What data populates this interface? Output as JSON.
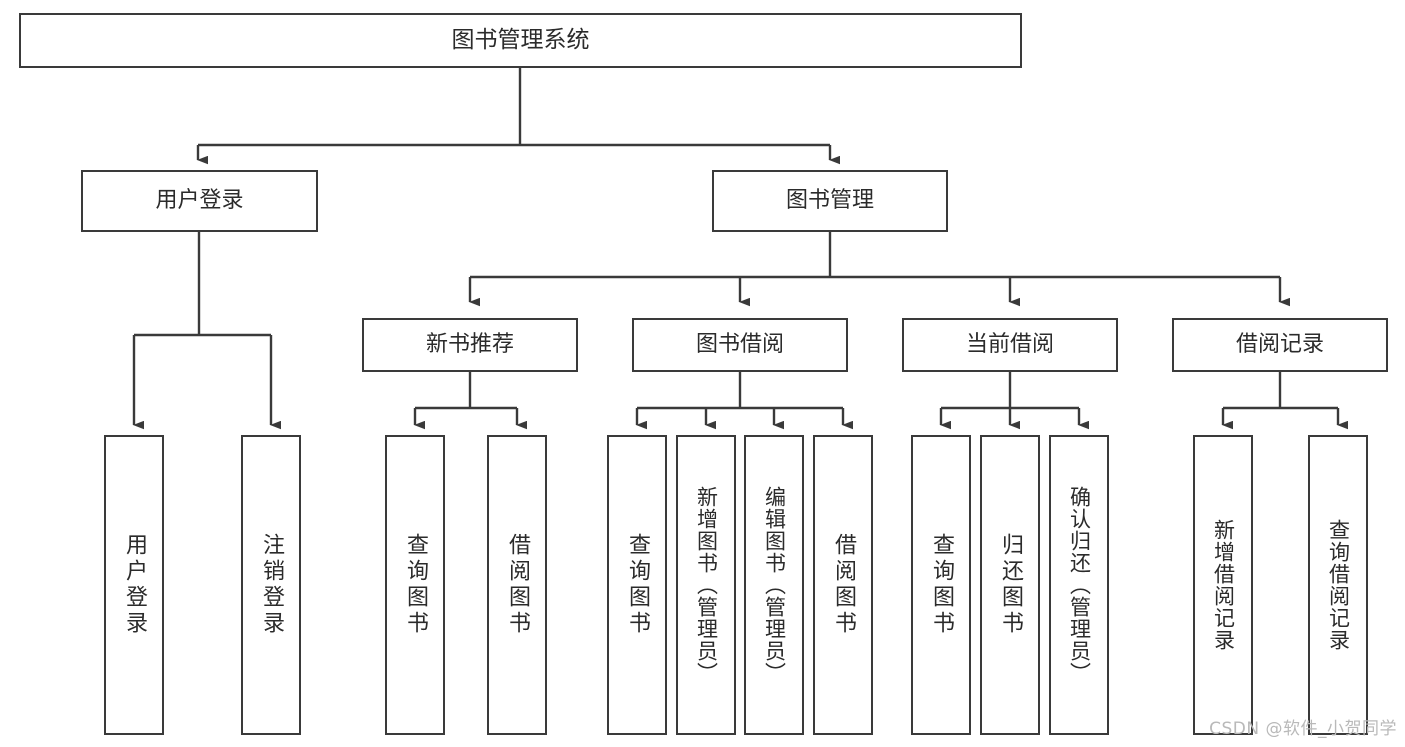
{
  "diagram": {
    "title": "图书管理系统",
    "type": "tree-hierarchy",
    "watermark": "CSDN @软件_小贺同学",
    "colors": {
      "background": "#ffffff",
      "box_border": "#3a3a3a",
      "box_fill": "#ffffff",
      "connector": "#3a3a3a",
      "text": "#2b2b2b",
      "watermark": "#b9b9b9"
    },
    "levels": {
      "level1": [
        "图书管理系统"
      ],
      "level2": [
        "用户登录",
        "图书管理"
      ],
      "level3": [
        "新书推荐",
        "图书借阅",
        "当前借阅",
        "借阅记录"
      ],
      "level4": [
        "用户登录",
        "注销登录",
        "查询图书",
        "借阅图书",
        "查询图书",
        "新增图书（管理员）",
        "编辑图书（管理员）",
        "借阅图书",
        "查询图书",
        "归还图书",
        "确认归还（管理员）",
        "新增借阅记录",
        "查询借阅记录"
      ]
    },
    "nodes": {
      "root": {
        "label": "图书管理系统"
      },
      "user_login": {
        "label": "用户登录"
      },
      "book_manage": {
        "label": "图书管理"
      },
      "new_book_rec": {
        "label": "新书推荐"
      },
      "book_borrow": {
        "label": "图书借阅"
      },
      "current_borrow": {
        "label": "当前借阅"
      },
      "borrow_record": {
        "label": "借阅记录"
      },
      "leaf_user_login": {
        "label": "用户登录"
      },
      "leaf_logout": {
        "label": "注销登录"
      },
      "leaf_query_book_1": {
        "label": "查询图书"
      },
      "leaf_borrow_book_1": {
        "label": "借阅图书"
      },
      "leaf_query_book_2": {
        "label": "查询图书"
      },
      "leaf_add_book": {
        "label": "新增图书（管理员）"
      },
      "leaf_edit_book": {
        "label": "编辑图书（管理员）"
      },
      "leaf_borrow_book_2": {
        "label": "借阅图书"
      },
      "leaf_query_book_3": {
        "label": "查询图书"
      },
      "leaf_return_book": {
        "label": "归还图书"
      },
      "leaf_confirm_return": {
        "label": "确认归还（管理员）"
      },
      "leaf_add_record": {
        "label": "新增借阅记录"
      },
      "leaf_query_record": {
        "label": "查询借阅记录"
      }
    }
  }
}
